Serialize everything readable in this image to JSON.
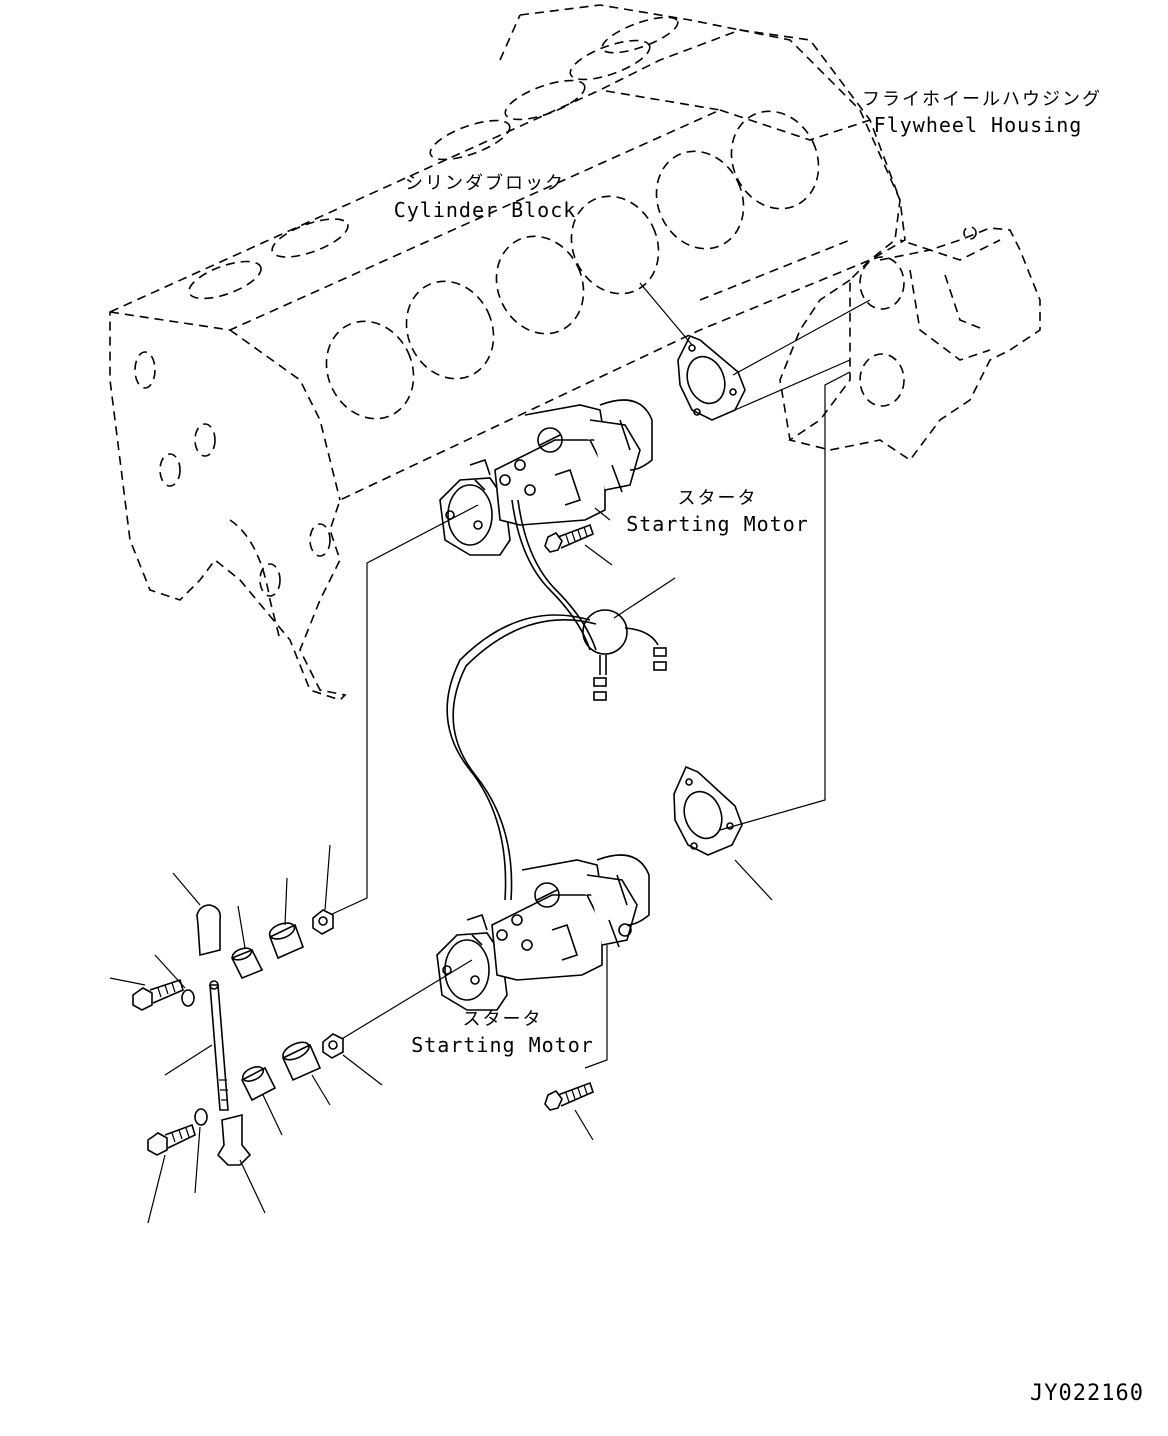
{
  "labels": {
    "flywheel_housing_jp": "フライホイールハウジング",
    "flywheel_housing_en": "Flywheel Housing",
    "cylinder_block_jp": "シリンダブロック",
    "cylinder_block_en": "Cylinder Block",
    "starting_motor_upper_jp": "スタータ",
    "starting_motor_upper_en": "Starting Motor",
    "starting_motor_lower_jp": "スタータ",
    "starting_motor_lower_en": "Starting Motor",
    "drawing_number": "JY022160"
  }
}
